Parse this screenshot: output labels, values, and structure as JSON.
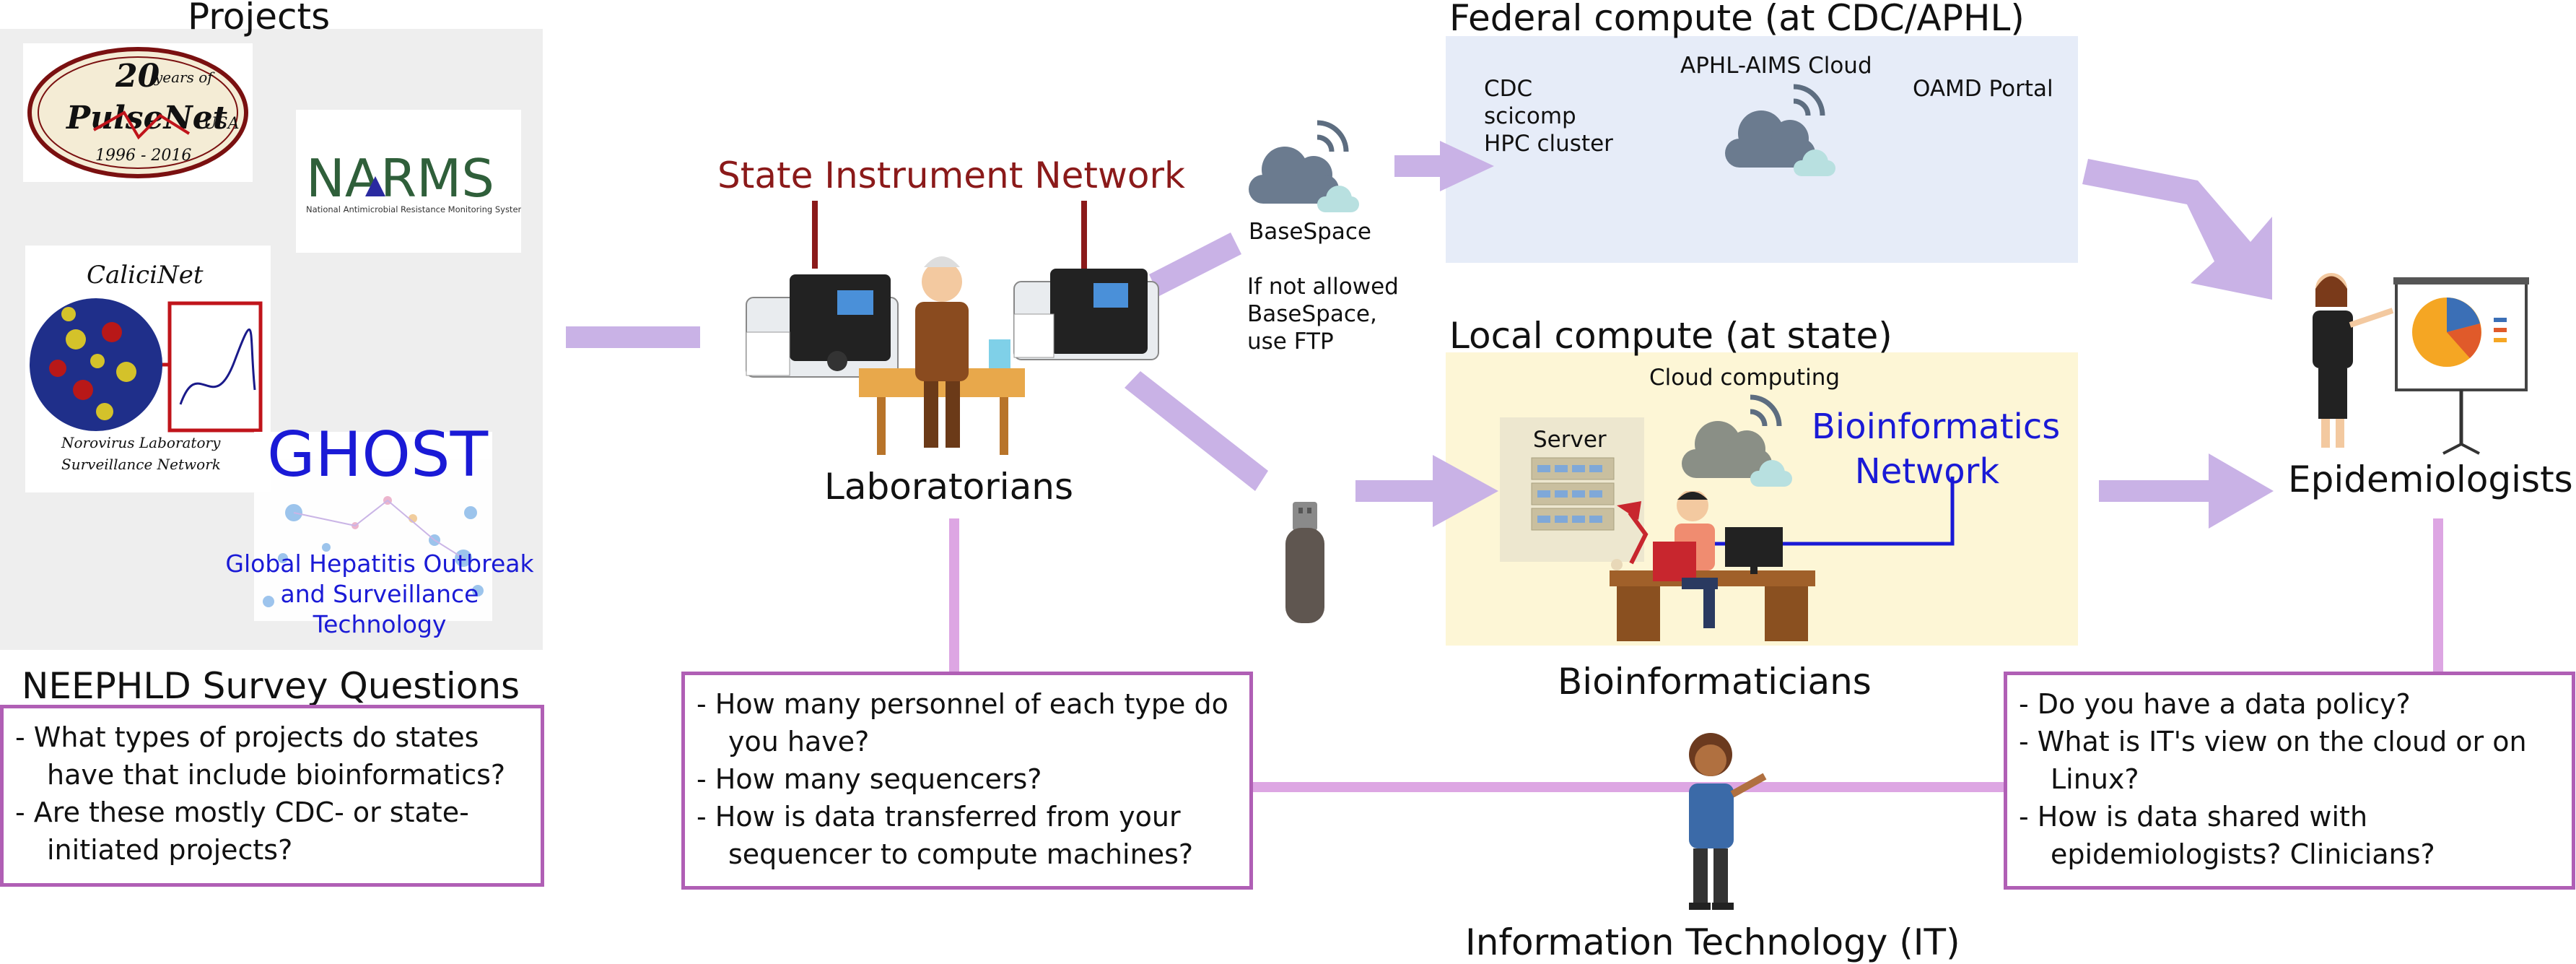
{
  "projects": {
    "title": "Projects",
    "pulsenet": {
      "line1": "20",
      "line1b": "years of",
      "line2": "PulseNet",
      "usa": "USA",
      "years": "1996 - 2016"
    },
    "narms": {
      "logo": "NARMS",
      "sub": "National Antimicrobial Resistance Monitoring System"
    },
    "calicinet": {
      "title": "CaliciNet",
      "sub1": "Norovirus Laboratory",
      "sub2": "Surveillance Network"
    },
    "ghost": {
      "logo": "GHOST",
      "desc": "Global Hepatitis Outbreak and Surveillance Technology"
    }
  },
  "neephld": {
    "title": "NEEPHLD Survey Questions",
    "questions": [
      "- What types of projects do states have that include bioinformatics?",
      "- Are these mostly CDC- or state-initiated projects?"
    ]
  },
  "lab": {
    "network_label": "State Instrument Network",
    "role": "Laboratorians",
    "questions": [
      "- How many personnel of each type do you have?",
      "- How many sequencers?",
      "- How is data transferred from your sequencer to compute machines?"
    ]
  },
  "basespace": {
    "label": "BaseSpace",
    "note": "If not allowed BaseSpace, use FTP"
  },
  "federal": {
    "title": "Federal compute (at CDC/APHL)",
    "item1": "CDC scicomp HPC cluster",
    "item2": "APHL-AIMS Cloud",
    "item3": "OAMD Portal"
  },
  "local": {
    "title": "Local compute (at state)",
    "cloud": "Cloud computing",
    "server": "Server",
    "network": "Bioinformatics Network",
    "role": "Bioinformaticians"
  },
  "epi": {
    "role": "Epidemiologists",
    "questions": [
      "- Do you have a data policy?",
      "- What is IT's view on the cloud or on Linux?",
      "- How is data shared with epidemiologists? Clinicians?"
    ]
  },
  "it": {
    "role": "Information Technology (IT)"
  },
  "colors": {
    "arrow": "#c9b2e6",
    "connector": "#dda6e3",
    "box_border": "#b05fb5",
    "federal_bg": "#e6ecf8",
    "local_bg": "#fdf6d6",
    "network_text": "#8b1a1a",
    "blue_text": "#1a1ad6"
  }
}
